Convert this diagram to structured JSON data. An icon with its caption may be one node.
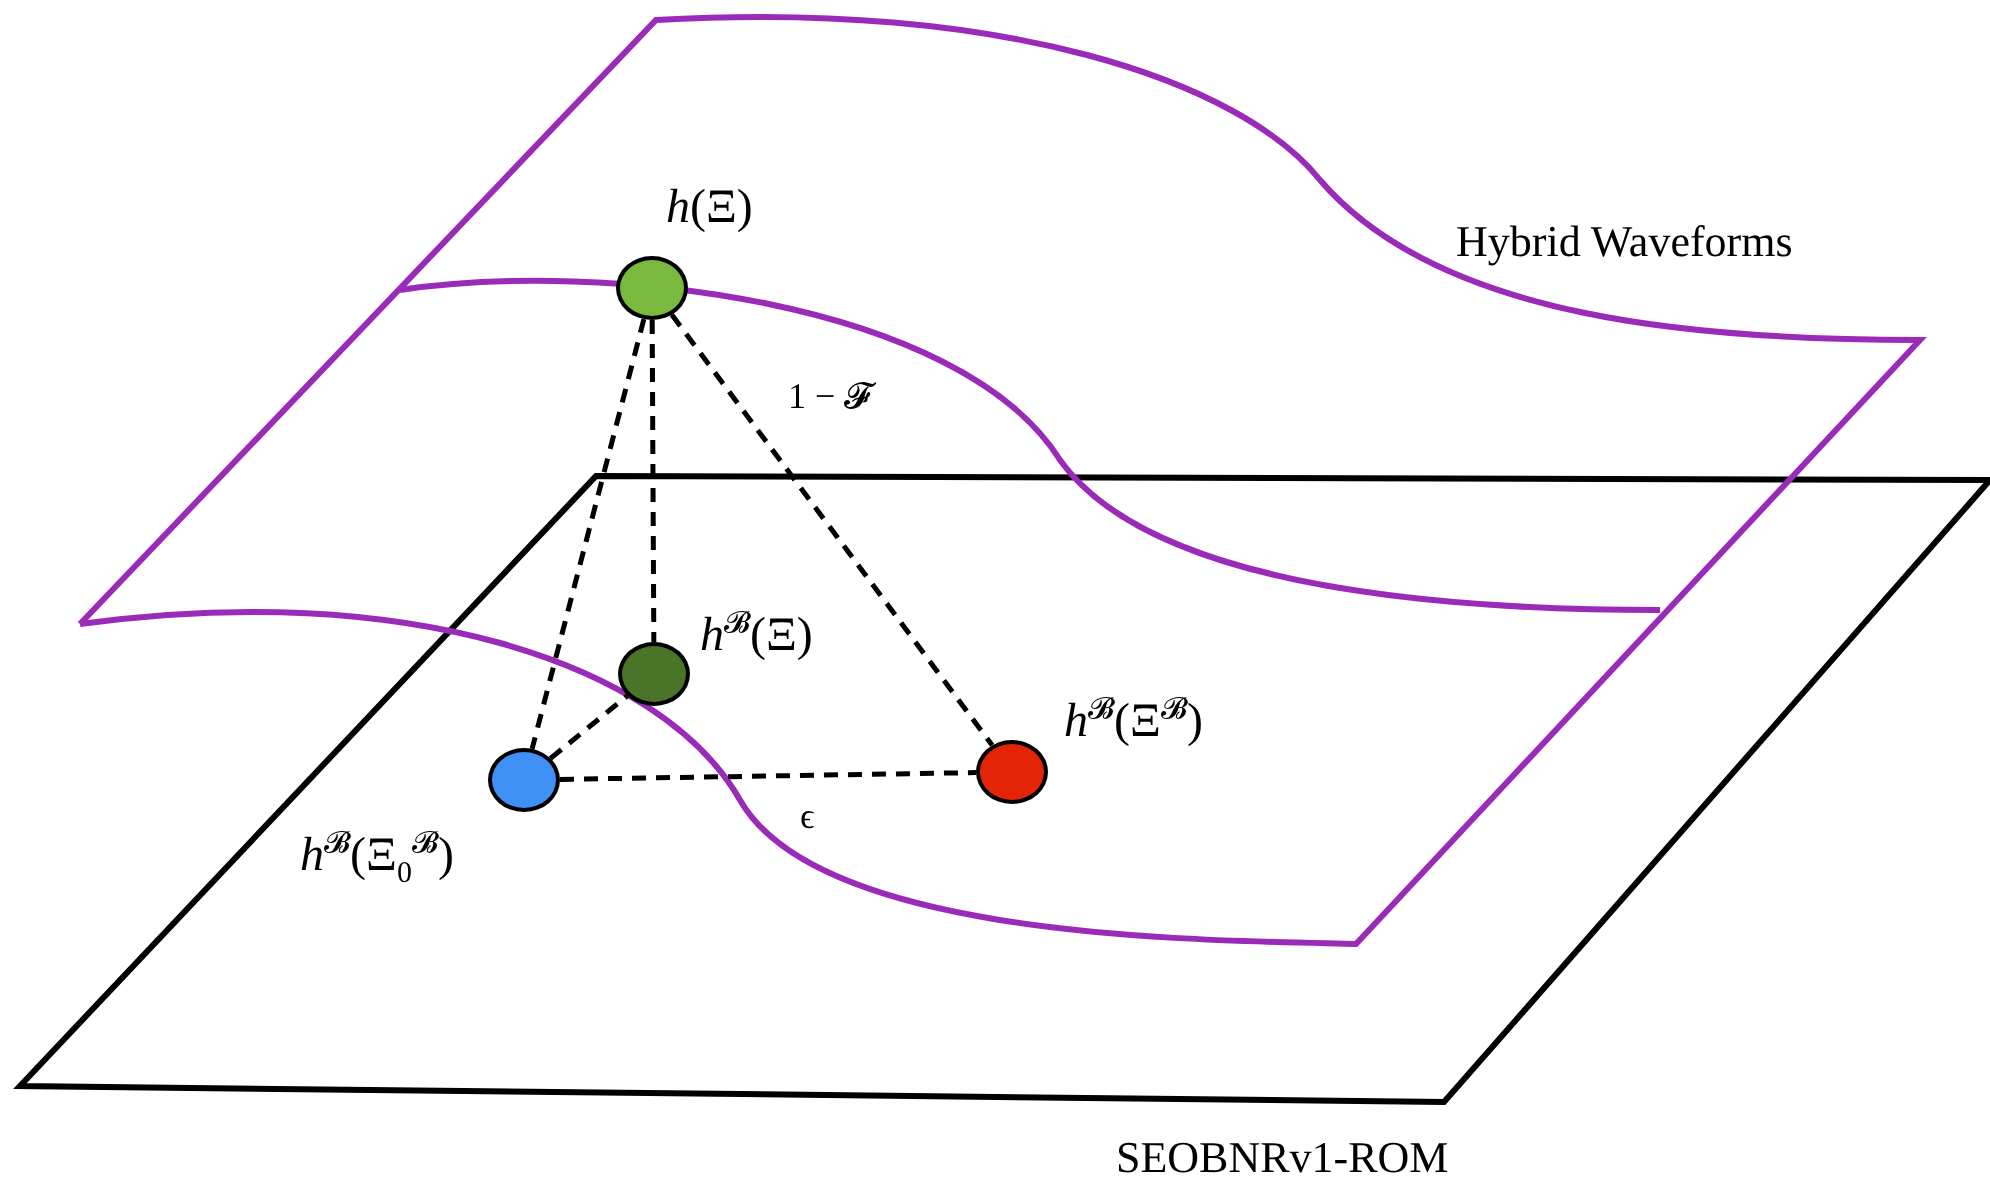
{
  "diagram": {
    "nodes": [
      {
        "text": [],
        "shape": "circle",
        "beside": [
          "*h*(Ξ)"
        ]
      },
      {
        "text": [],
        "shape": "circle",
        "beside": [
          "*h*$^{𝓑}$(Ξ)"
        ]
      },
      {
        "text": [],
        "shape": "circle",
        "beside": [
          "*h*$^{𝓑}$(Ξ$_{0}$$^{𝓑}$)"
        ]
      },
      {
        "text": [],
        "shape": "circle",
        "beside": [
          "*h*$^{𝓑}$(Ξ$^{𝓑}$)"
        ]
      }
    ],
    "edges": [
      {
        "from": 0,
        "to": 2,
        "arrow": "none",
        "style": "dashed"
      },
      {
        "from": 0,
        "to": 1,
        "arrow": "none",
        "style": "dashed"
      },
      {
        "from": 0,
        "to": 3,
        "arrow": "none",
        "style": "dashed",
        "label": "1 − 𝓕"
      },
      {
        "from": 2,
        "to": 1,
        "arrow": "none",
        "style": "dashed"
      },
      {
        "from": 2,
        "to": 3,
        "arrow": "none",
        "style": "dashed",
        "label": "ϵ"
      }
    ],
    "labels": [
      "Hybrid Waveforms",
      "SEOBNRv1-ROM"
    ]
  }
}
